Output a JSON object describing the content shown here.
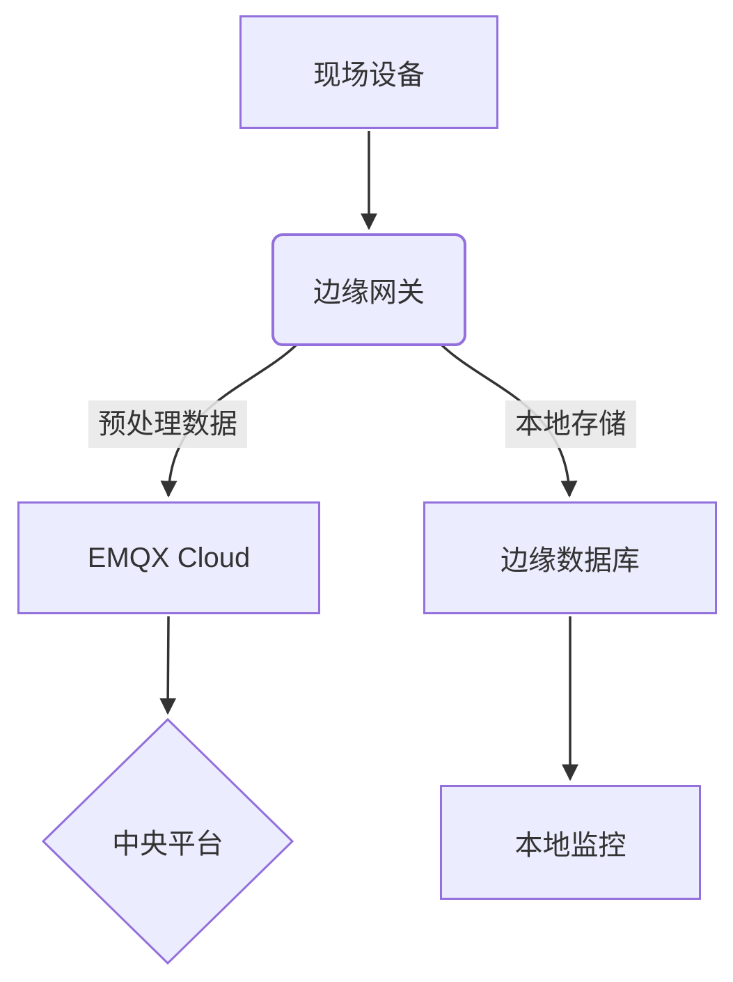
{
  "diagram": {
    "type": "flowchart",
    "direction": "top-down",
    "colors": {
      "background": "#FFFFFF",
      "node_fill": "#ECECFF",
      "node_border": "#9370DB",
      "edge_color": "#333333",
      "edge_label_bg": "#E8E8E8",
      "text_color": "#333333"
    },
    "nodes": [
      {
        "id": "field-devices",
        "label": "现场设备",
        "shape": "rectangle"
      },
      {
        "id": "edge-gateway",
        "label": "边缘网关",
        "shape": "rounded-rectangle"
      },
      {
        "id": "emqx-cloud",
        "label": "EMQX Cloud",
        "shape": "rectangle"
      },
      {
        "id": "edge-database",
        "label": "边缘数据库",
        "shape": "rectangle"
      },
      {
        "id": "central-platform",
        "label": "中央平台",
        "shape": "diamond"
      },
      {
        "id": "local-monitoring",
        "label": "本地监控",
        "shape": "rectangle"
      }
    ],
    "edges": [
      {
        "from": "field-devices",
        "to": "edge-gateway",
        "label": ""
      },
      {
        "from": "edge-gateway",
        "to": "emqx-cloud",
        "label": "预处理数据"
      },
      {
        "from": "edge-gateway",
        "to": "edge-database",
        "label": "本地存储"
      },
      {
        "from": "emqx-cloud",
        "to": "central-platform",
        "label": ""
      },
      {
        "from": "edge-database",
        "to": "local-monitoring",
        "label": ""
      }
    ]
  }
}
